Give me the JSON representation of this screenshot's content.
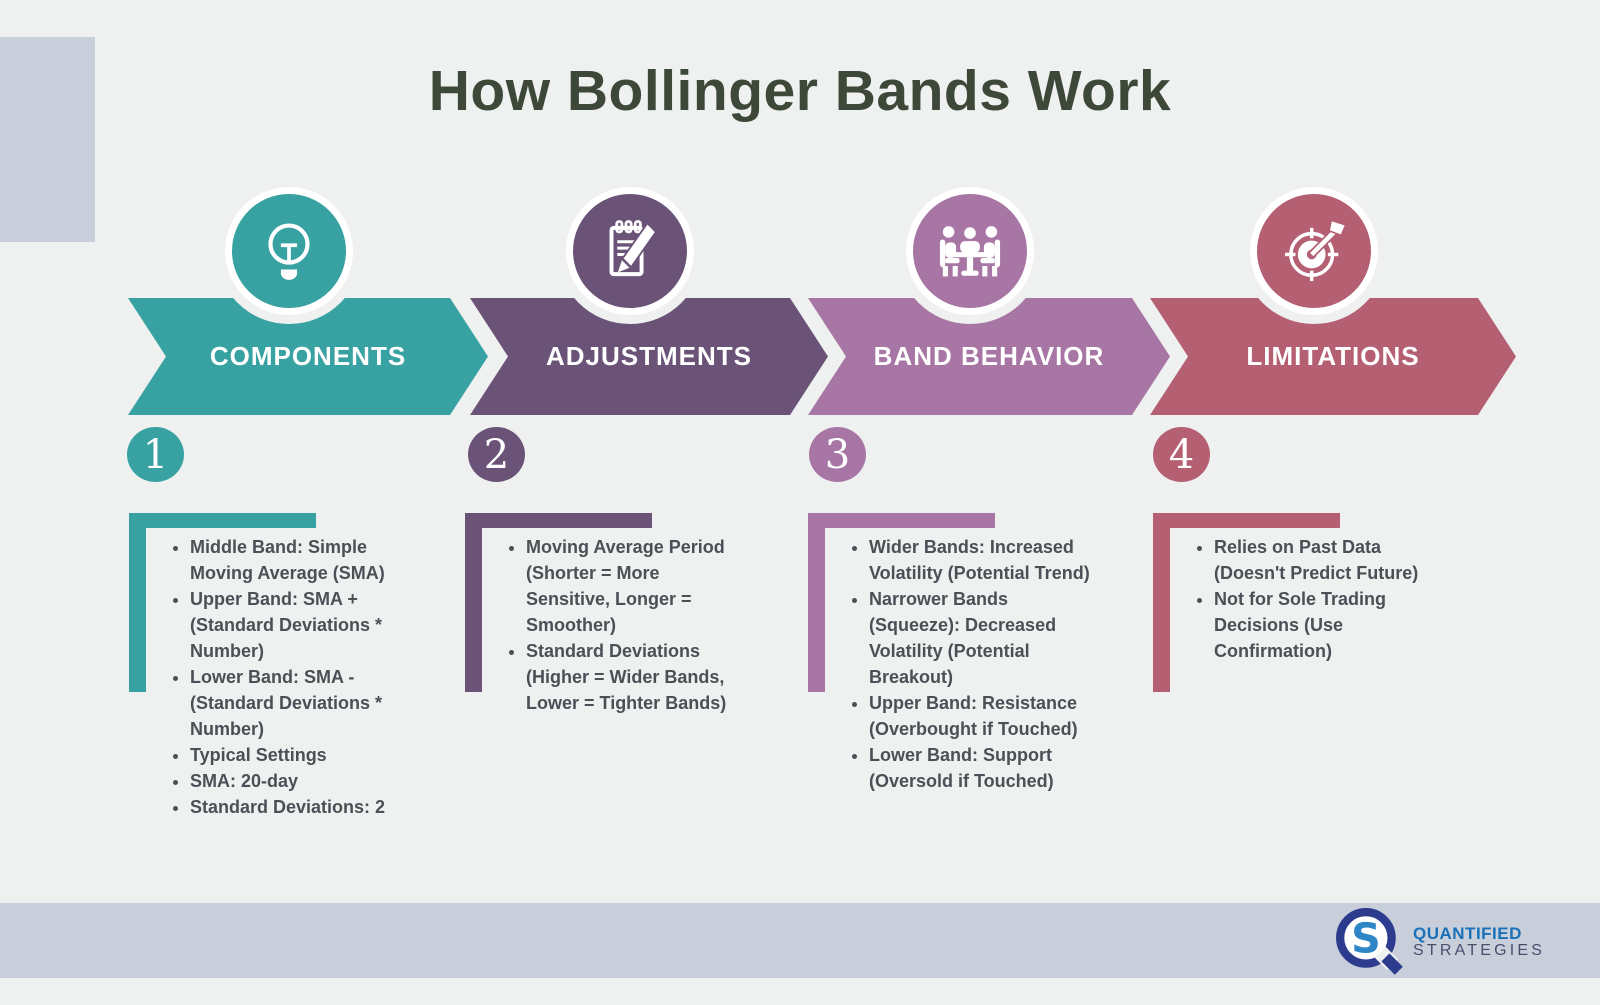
{
  "page": {
    "title": "How Bollinger Bands Work",
    "background_color": "#eff1f0",
    "side_block_color": "#c8cfda",
    "footer_bar_color": "#c8cfda"
  },
  "steps": [
    {
      "label": "COMPONENTS",
      "number": "1",
      "color": "#38a1a1",
      "icon": "lightbulb-icon",
      "items": [
        "Middle Band: Simple Moving Average (SMA)",
        "Upper Band: SMA + (Standard Deviations * Number)",
        "Lower Band: SMA - (Standard Deviations * Number)",
        "Typical Settings",
        "SMA: 20-day",
        "Standard Deviations: 2"
      ]
    },
    {
      "label": "ADJUSTMENTS",
      "number": "2",
      "color": "#6a5377",
      "icon": "notepad-pencil-icon",
      "items": [
        "Moving Average Period (Shorter = More Sensitive, Longer = Smoother)",
        "Standard Deviations (Higher = Wider Bands, Lower = Tighter Bands)"
      ]
    },
    {
      "label": "BAND BEHAVIOR",
      "number": "3",
      "color": "#a876a4",
      "icon": "meeting-table-icon",
      "items": [
        "Wider Bands: Increased Volatility (Potential Trend)",
        "Narrower Bands (Squeeze): Decreased Volatility (Potential Breakout)",
        "Upper Band: Resistance (Overbought if Touched)",
        "Lower Band: Support (Oversold if Touched)"
      ]
    },
    {
      "label": "LIMITATIONS",
      "number": "4",
      "color": "#b55f72",
      "icon": "target-arrow-icon",
      "items": [
        "Relies on Past Data (Doesn't Predict Future)",
        "Not for Sole Trading Decisions (Use Confirmation)"
      ]
    }
  ],
  "footer": {
    "logo_icon": "magnifier-q-logo",
    "brand_line1": "QUANTIFIED",
    "brand_line2": "STRATEGIES",
    "brand_line1_color": "#1a70b8",
    "brand_line2_color": "#494e6e"
  }
}
